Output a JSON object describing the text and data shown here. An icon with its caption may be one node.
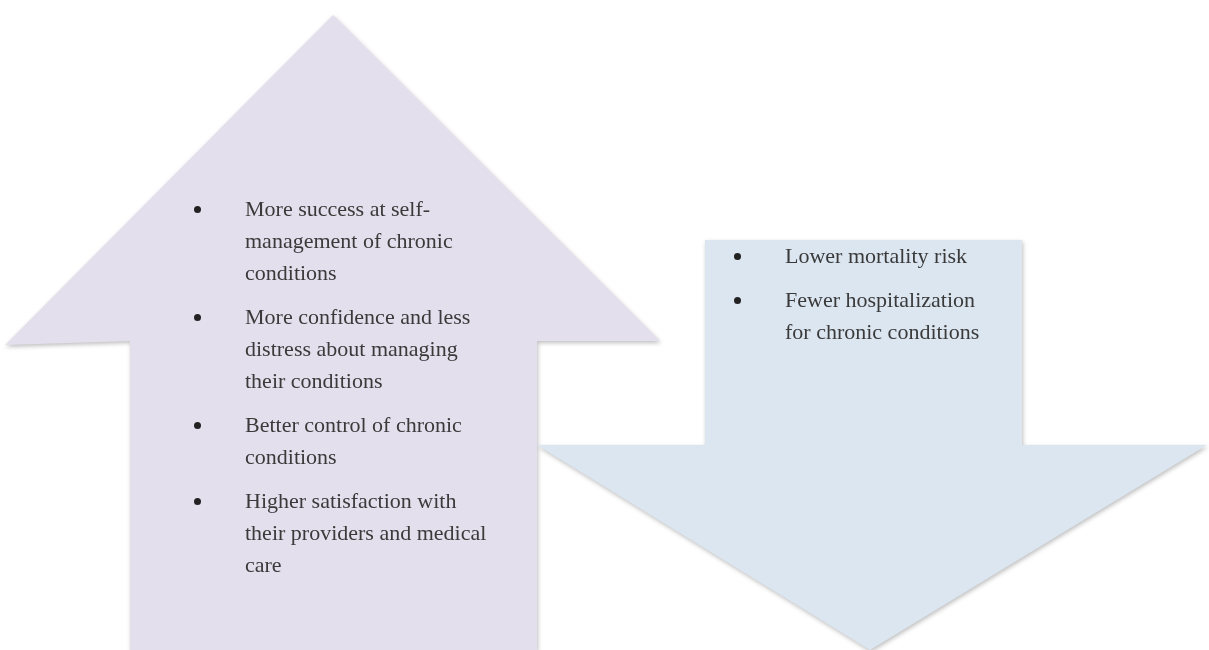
{
  "diagram": {
    "nodes": [
      {
        "text": [
          "More success at self-management of chronic conditions",
          "More confidence and less distress about managing their conditions",
          "Better control of chronic conditions",
          "Higher satisfaction with their providers and medical care"
        ]
      },
      {
        "text": [
          "Lower mortality risk",
          "Fewer hospitalization for chronic conditions"
        ]
      }
    ]
  }
}
